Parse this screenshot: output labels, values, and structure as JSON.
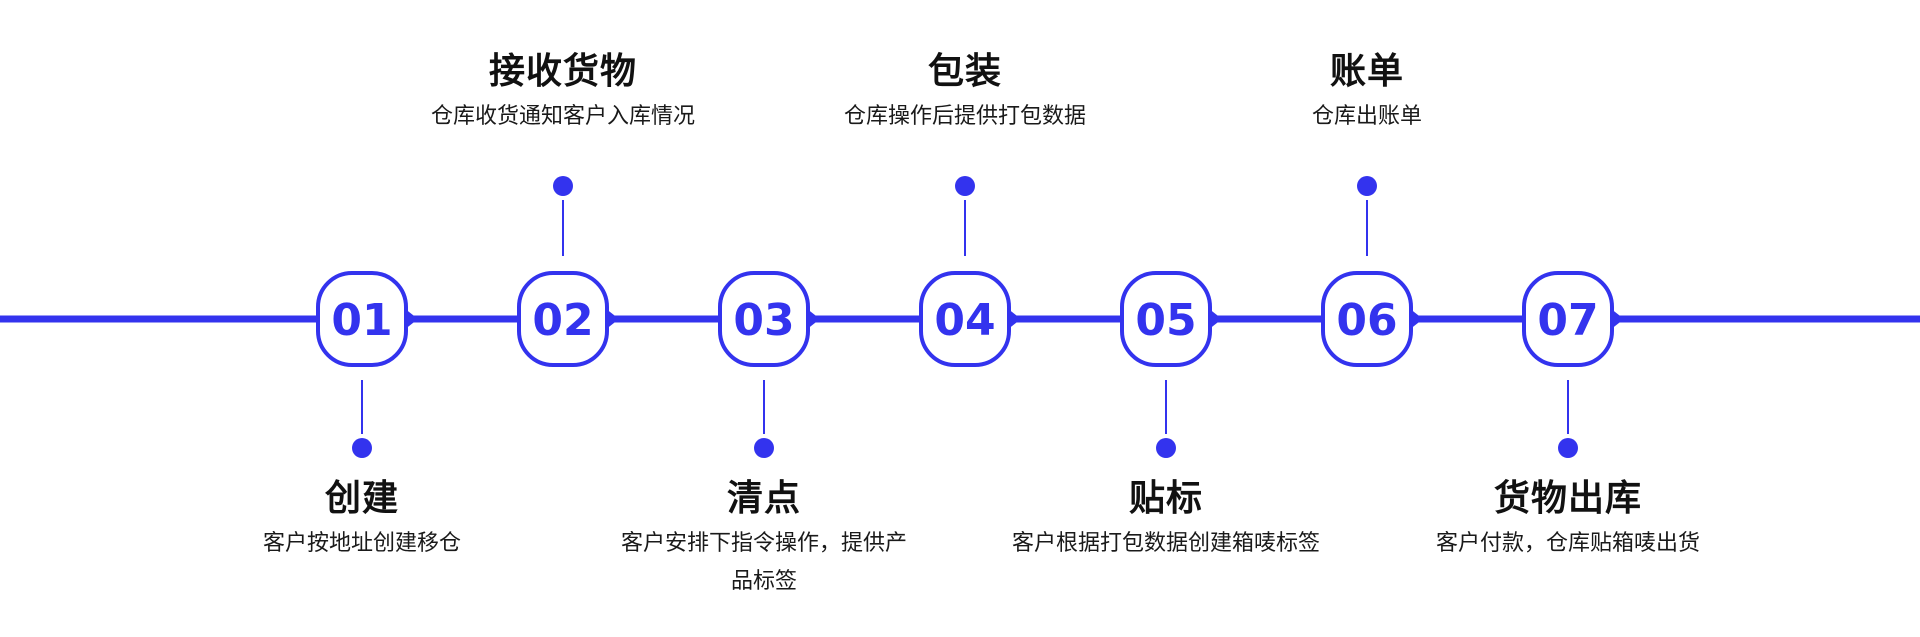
{
  "colors": {
    "accent": "#3333ee",
    "text": "#111111",
    "background": "#ffffff"
  },
  "steps": [
    {
      "number": "01",
      "title": "创建",
      "description": "客户按地址创建移仓",
      "side": "bottom"
    },
    {
      "number": "02",
      "title": "接收货物",
      "description": "仓库收货通知客户入库情况",
      "side": "top"
    },
    {
      "number": "03",
      "title": "清点",
      "description": "客户安排下指令操作，提供产品标签",
      "side": "bottom"
    },
    {
      "number": "04",
      "title": "包装",
      "description": "仓库操作后提供打包数据",
      "side": "top"
    },
    {
      "number": "05",
      "title": "贴标",
      "description": "客户根据打包数据创建箱唛标签",
      "side": "bottom"
    },
    {
      "number": "06",
      "title": "账单",
      "description": "仓库出账单",
      "side": "top"
    },
    {
      "number": "07",
      "title": "货物出库",
      "description": "客户付款，仓库贴箱唛出货",
      "side": "bottom"
    }
  ]
}
